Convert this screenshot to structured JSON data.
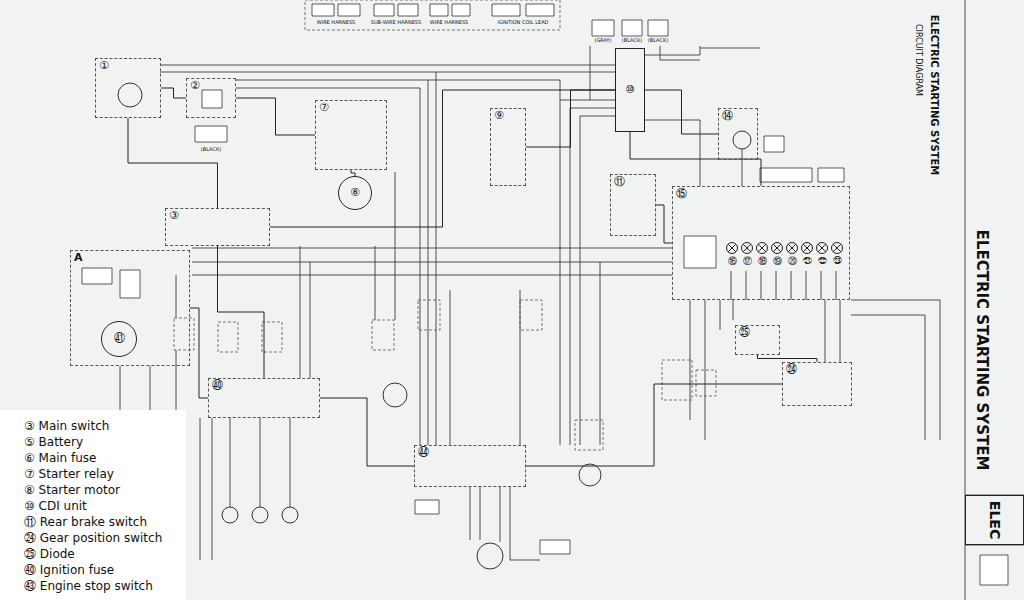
{
  "diagram": {
    "title": "ELECTRIC STARTING SYSTEM",
    "nodes": [
      {
        "text": [
          "①"
        ]
      },
      {
        "text": [
          "②"
        ]
      },
      {
        "text": [
          "⑦"
        ]
      },
      {
        "text": [
          "⑧"
        ]
      },
      {
        "text": [
          "③"
        ]
      },
      {
        "text": [
          "⑨"
        ]
      },
      {
        "text": [
          "⑩"
        ]
      },
      {
        "text": [
          "⑭"
        ]
      },
      {
        "text": [
          "⑪"
        ]
      },
      {
        "text": [
          "⑮"
        ]
      },
      {
        "text": [
          "⑯"
        ],
        "in": 9
      },
      {
        "text": [
          "⑰"
        ],
        "in": 9
      },
      {
        "text": [
          "⑱"
        ],
        "in": 9
      },
      {
        "text": [
          "⑲"
        ],
        "in": 9
      },
      {
        "text": [
          "⑳"
        ],
        "in": 9
      },
      {
        "text": [
          "㉑"
        ],
        "in": 9
      },
      {
        "text": [
          "㉒"
        ],
        "in": 9
      },
      {
        "text": [
          "㉓"
        ],
        "in": 9
      },
      {
        "text": [
          "A"
        ]
      },
      {
        "text": [
          "㊶"
        ],
        "in": 18
      },
      {
        "text": [
          "㉕"
        ]
      },
      {
        "text": [
          "㉔"
        ]
      },
      {
        "text": [
          "㊹"
        ]
      },
      {
        "text": [
          "㊵"
        ]
      },
      {
        "text": [
          "ELEC"
        ]
      },
      {
        "text": [
          "③ Main switch",
          "⑤ Battery",
          "⑥ Main fuse",
          "⑦ Starter relay",
          "⑧ Starter motor",
          "⑩ CDI unit",
          "⑪ Rear brake switch",
          "㉔ Gear position switch",
          "㉕ Diode",
          "㊵ Ignition fuse",
          "㊸ Engine stop switch"
        ]
      }
    ],
    "edges": [
      {
        "from": 0,
        "to": 1,
        "arrow": "none"
      },
      {
        "from": 1,
        "to": 2,
        "arrow": "none"
      },
      {
        "from": 2,
        "to": 3,
        "arrow": "none"
      },
      {
        "from": 0,
        "to": 4,
        "arrow": "none"
      },
      {
        "from": 4,
        "to": 6,
        "arrow": "none"
      },
      {
        "from": 5,
        "to": 6,
        "arrow": "none"
      },
      {
        "from": 6,
        "to": 7,
        "arrow": "none"
      },
      {
        "from": 6,
        "to": 9,
        "arrow": "none"
      },
      {
        "from": 8,
        "to": 9,
        "arrow": "none"
      },
      {
        "from": 4,
        "to": 23,
        "arrow": "none"
      },
      {
        "from": 18,
        "to": 23,
        "arrow": "none"
      },
      {
        "from": 23,
        "to": 22,
        "arrow": "none"
      },
      {
        "from": 22,
        "to": 21,
        "arrow": "none"
      },
      {
        "from": 20,
        "to": 21,
        "arrow": "none"
      }
    ],
    "labels": [
      "ELECTRIC STARTING SYSTEM",
      "CIRCUIT DIAGRAM",
      "(BLACK)",
      "(GRAY)",
      "(BLACK)",
      "(BLACK)",
      "WIRE HARNESS",
      "SUB-WIRE HARNESS",
      "WIRE HARNESS",
      "IGNITION COIL LEAD"
    ]
  }
}
